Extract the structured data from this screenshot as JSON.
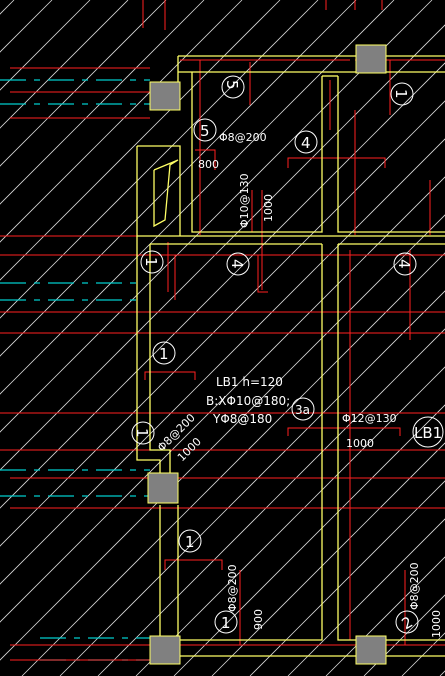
{
  "drawing": {
    "colors": {
      "background": "#000000",
      "hatch": "#d8d8d8",
      "wall": "#ffff66",
      "rebar": "#ff2020",
      "axis": "#00cccc",
      "text": "#ffffff",
      "column_fill": "#808080"
    },
    "labels": {
      "rebar_5_top": "5",
      "rebar_5_left": "5",
      "rebar_5_spec": "Φ8@200",
      "dim_800": "800",
      "rebar_4_top": "4",
      "spec_phi10_130": "Φ10@130",
      "dim_1000_top": "1000",
      "circle_left_1": "1",
      "rebar_4_mid_left": "4",
      "rebar_4_mid_right": "4",
      "rebar_1_mid_right": "1",
      "rebar_1_mid": "1",
      "slab_name": "LB1  h=120",
      "slab_bx": "B:XΦ10@180;",
      "slab_y": "YΦ8@180",
      "rebar_3a": "3a",
      "spec_phi12_130": "Φ12@130",
      "dim_1000_right": "1000",
      "slab_tag": "LB1",
      "circle_left_2": "1",
      "diag_spec": "Φ8@200",
      "diag_dim": "1000",
      "rebar_1_low": "1",
      "rebar_1_bottom": "1",
      "spec_phi8_200_bottom": "Φ8@200",
      "dim_900_bottom": "900",
      "rebar_2_bottom": "2",
      "spec_phi8_200_right": "Φ8@200",
      "dim_1000_bottom_right": "1000"
    }
  }
}
